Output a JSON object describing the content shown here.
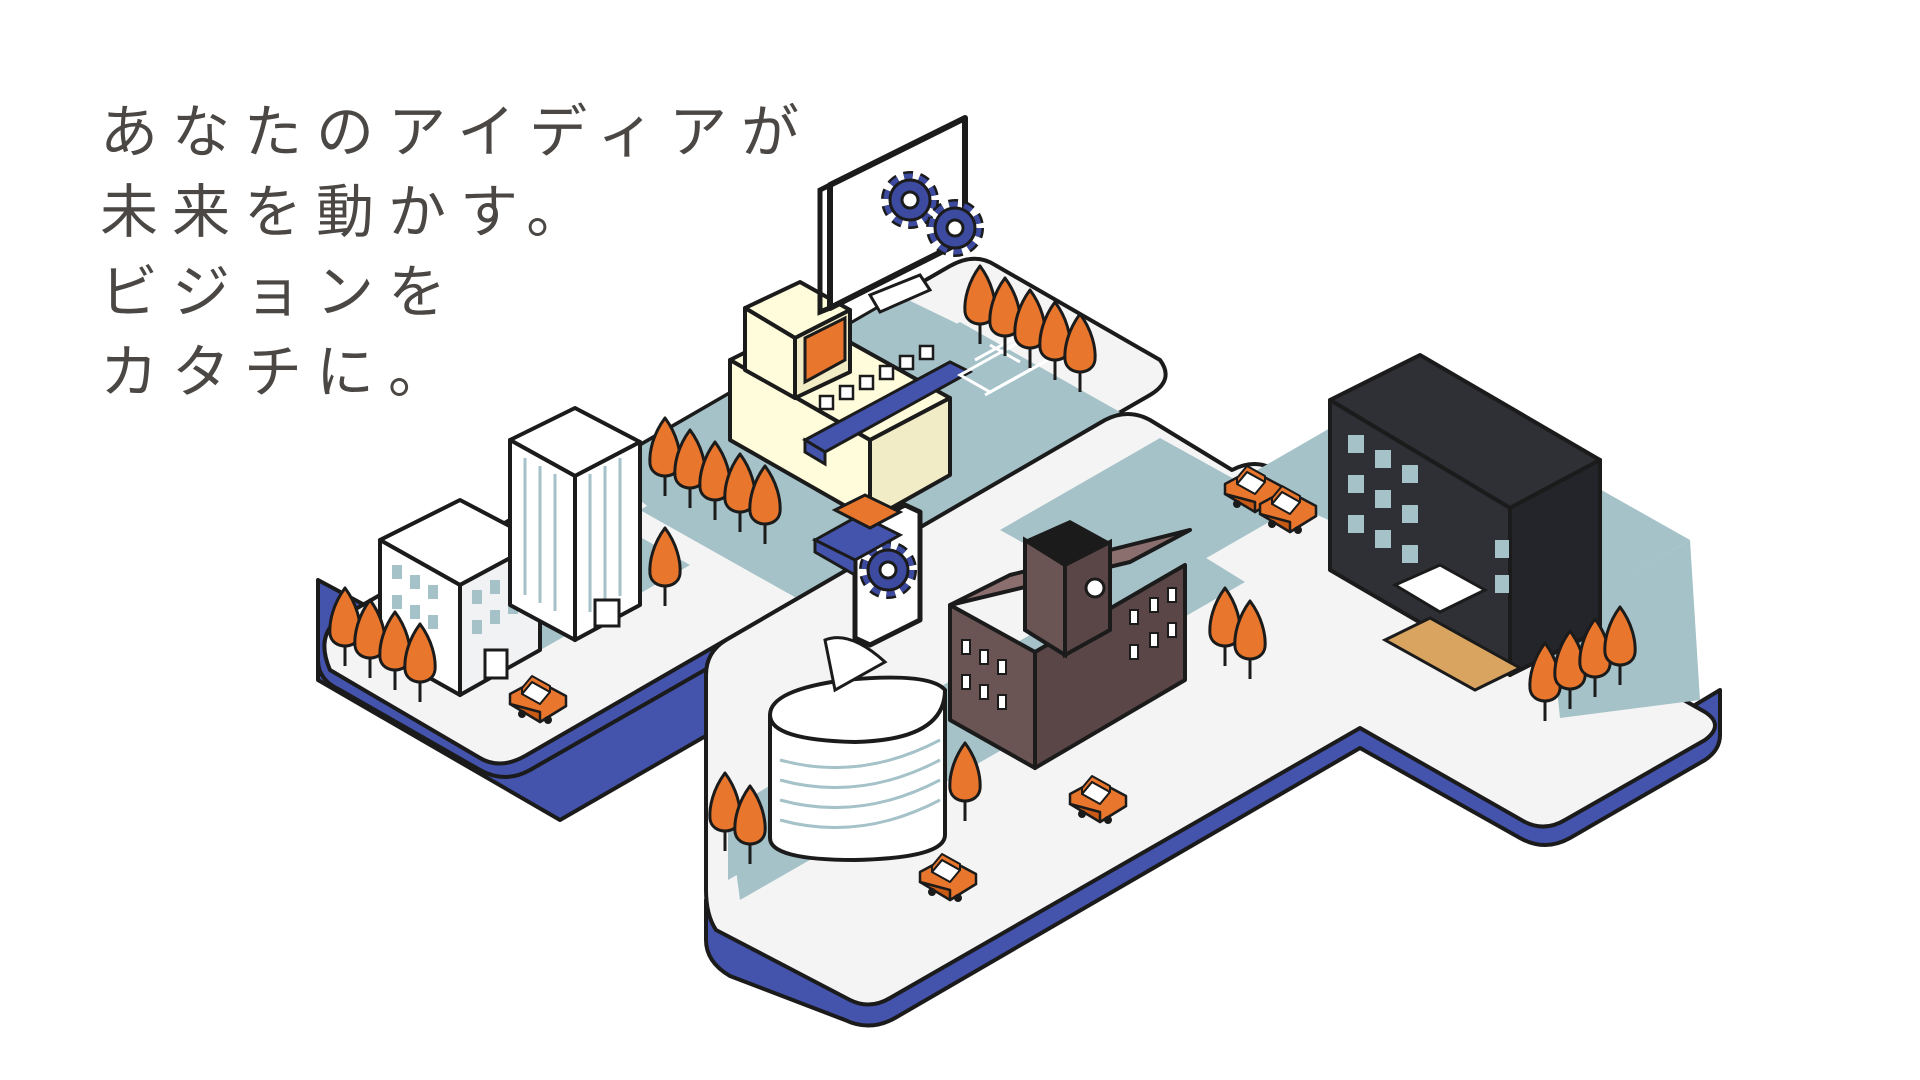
{
  "hero": {
    "lines": [
      "あなたのアイディアが",
      "未来を動かす。",
      "ビジョンを",
      "カタチに。"
    ]
  },
  "colors": {
    "text": "#4a4744",
    "base_side": "#4454ad",
    "ground": "#a4c2c8",
    "road": "#f4f4f4",
    "tree": "#e8762c",
    "gear": "#3c4aa0",
    "outline": "#1b1b1b"
  }
}
